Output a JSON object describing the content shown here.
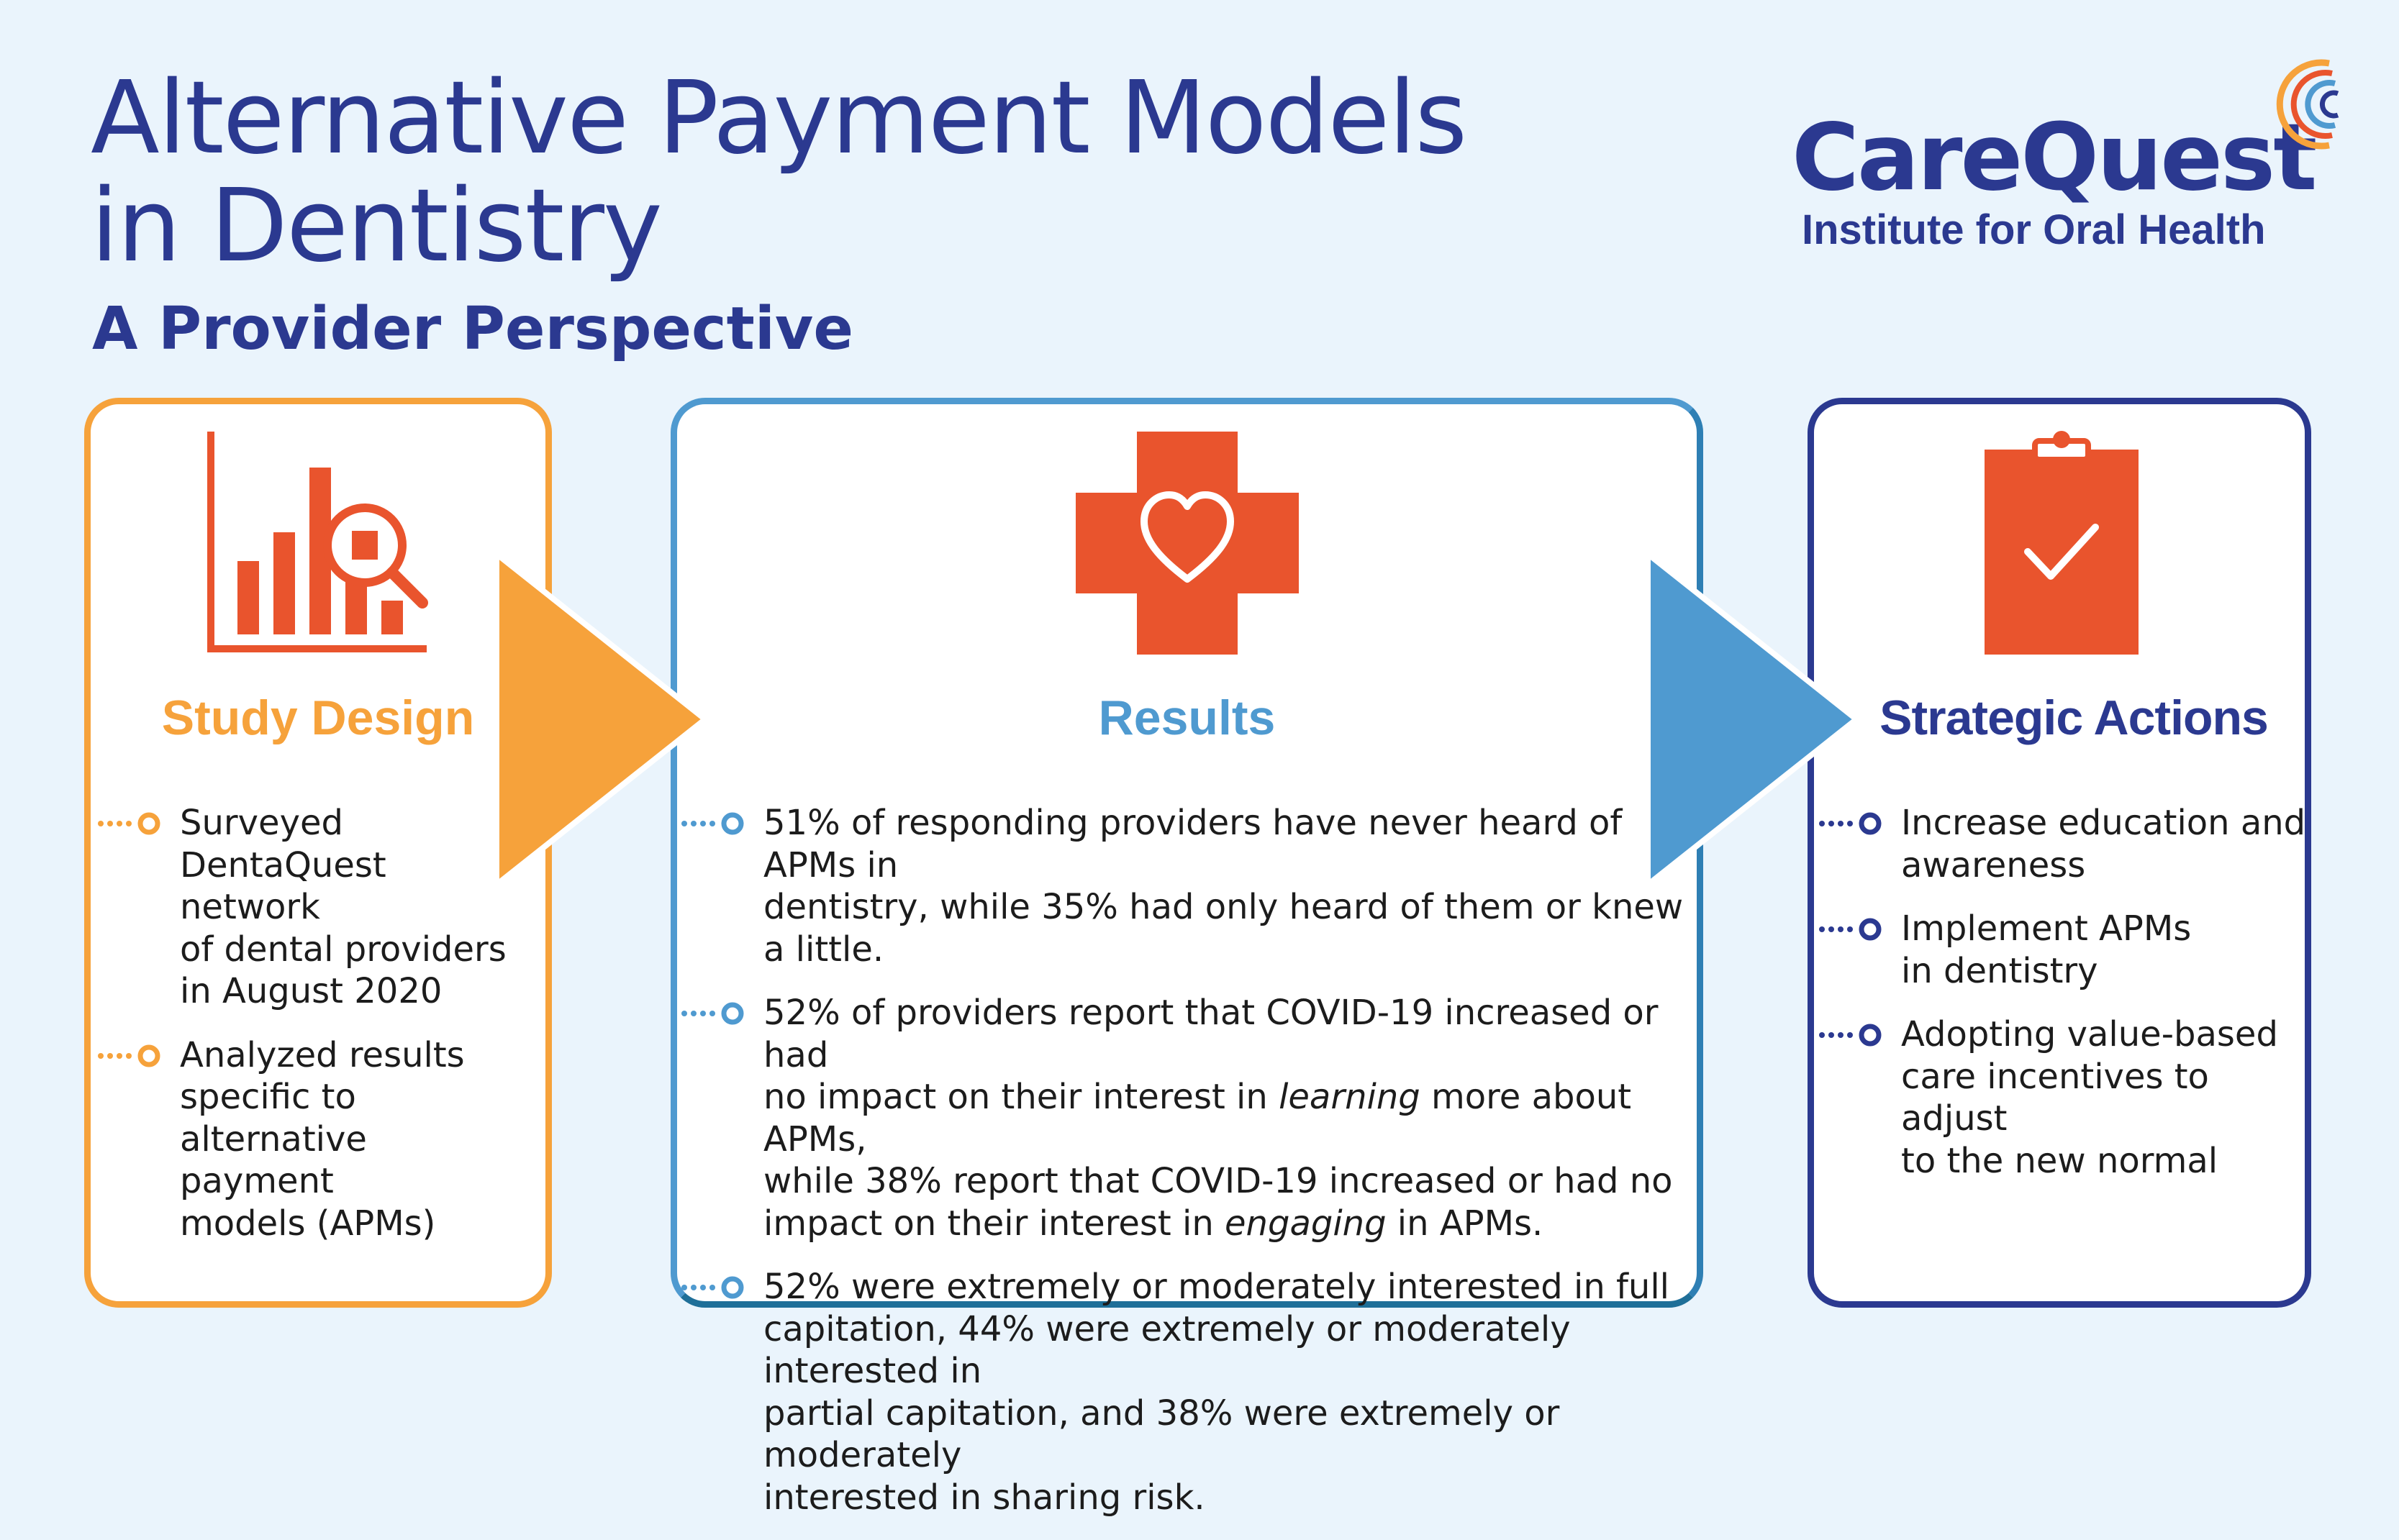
{
  "header": {
    "title_line1": "Alternative Payment Models",
    "title_line2": "in Dentistry",
    "subtitle": "A Provider Perspective"
  },
  "logo": {
    "name": "CareQuest",
    "tagline": "Institute for Oral Health"
  },
  "colors": {
    "navy": "#2b3990",
    "orange": "#f6a23b",
    "blue": "#4f9ad0",
    "icon_red": "#e9542d",
    "background": "#eaf4fc"
  },
  "panels": {
    "study": {
      "icon": "bar-chart-magnifier-icon",
      "heading": "Study Design",
      "items": [
        [
          "Surveyed",
          "DentaQuest network",
          "of dental providers",
          "in August 2020"
        ],
        [
          "Analyzed results",
          "specific to",
          "alternative payment",
          "models (APMs)"
        ]
      ]
    },
    "results": {
      "icon": "medical-cross-heart-icon",
      "heading": "Results",
      "items": [
        [
          "51% of responding providers have never heard of APMs in",
          "dentistry, while 35% had only heard of them or knew a little."
        ],
        {
          "line1": "52% of providers report that COVID-19 increased or had",
          "line2_before": "no impact on their interest in ",
          "line2_emph": "learning",
          "line2_after": " more about APMs,",
          "line3": "while 38% report that COVID-19 increased or had no",
          "line4_before": "impact on their interest in ",
          "line4_emph": "engaging",
          "line4_after": " in APMs."
        },
        [
          "52% were extremely or moderately interested in full",
          "capitation, 44% were extremely or moderately interested in",
          "partial capitation, and 38% were extremely or moderately",
          "interested in sharing risk."
        ]
      ]
    },
    "actions": {
      "icon": "clipboard-check-icon",
      "heading": "Strategic Actions",
      "items": [
        [
          "Increase education and",
          "awareness"
        ],
        [
          "Implement APMs",
          "in dentistry"
        ],
        [
          "Adopting value-based",
          "care incentives to adjust",
          "to the new normal"
        ]
      ]
    }
  }
}
